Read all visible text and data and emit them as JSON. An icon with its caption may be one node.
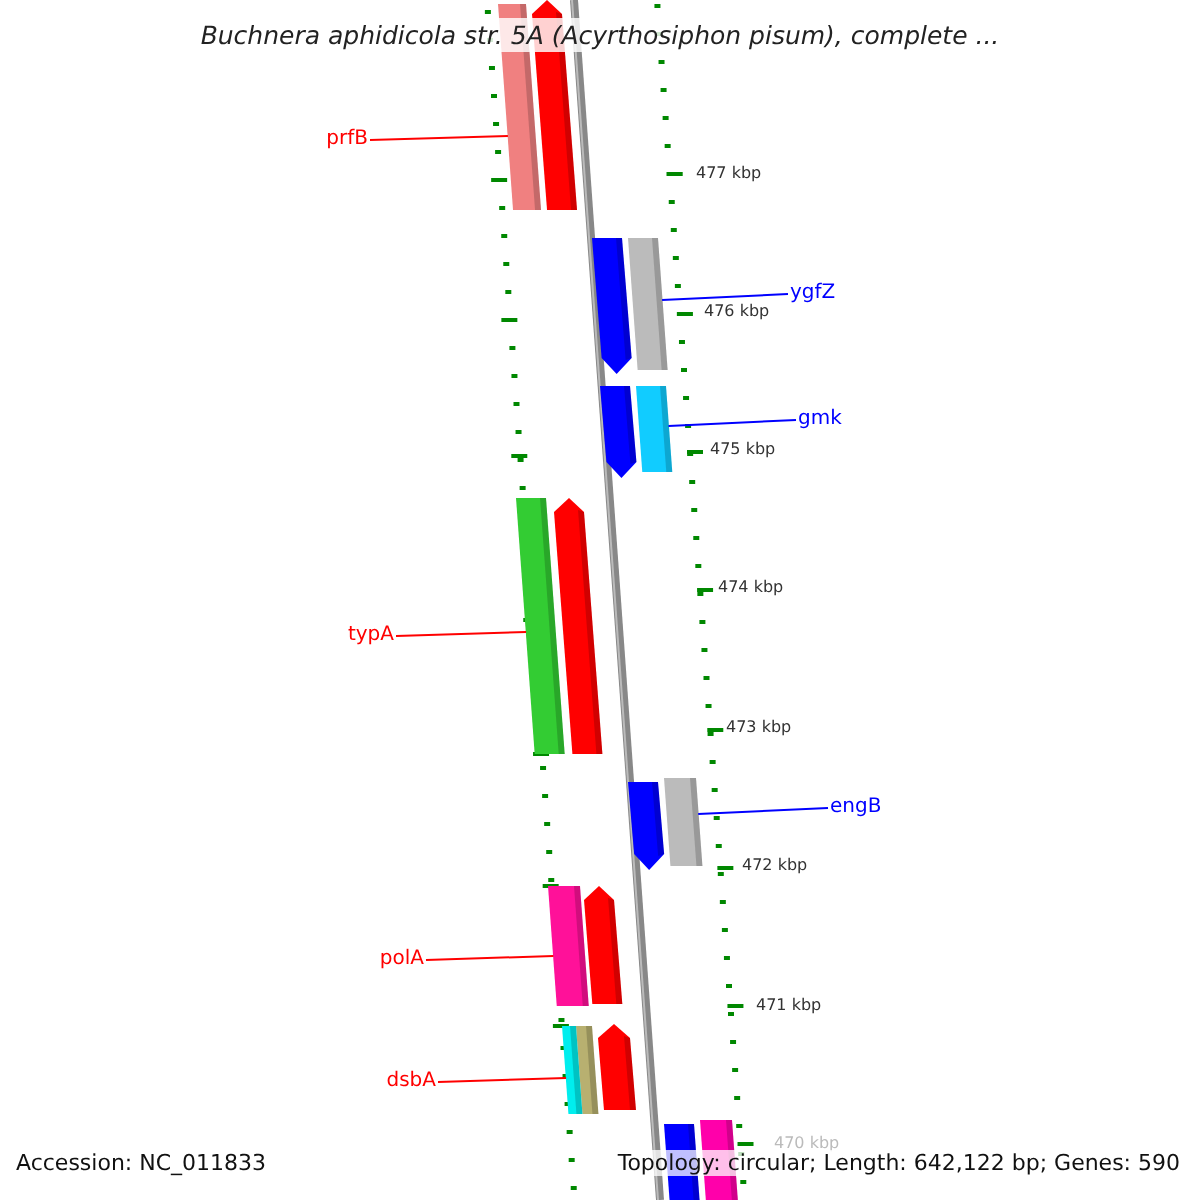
{
  "diagram": {
    "title": "Buchnera aphidicola str. 5A (Acyrthosiphon pisum), complete ...",
    "nodes": [
      {
        "text": [
          "prfB"
        ]
      },
      {
        "text": [],
        "shape": "bar"
      },
      {
        "text": [
          "ygfZ"
        ]
      },
      {
        "text": [],
        "shape": "bar"
      },
      {
        "text": [
          "gmk"
        ]
      },
      {
        "text": [],
        "shape": "bar"
      },
      {
        "text": [
          "typA"
        ]
      },
      {
        "text": [],
        "shape": "bar"
      },
      {
        "text": [
          "engB"
        ]
      },
      {
        "text": [],
        "shape": "bar"
      },
      {
        "text": [
          "polA"
        ]
      },
      {
        "text": [],
        "shape": "bar"
      },
      {
        "text": [
          "dsbA"
        ]
      },
      {
        "text": [],
        "shape": "bar"
      }
    ],
    "edges": [
      {
        "from": 0,
        "to": 1,
        "arrow": "none"
      },
      {
        "from": 2,
        "to": 3,
        "arrow": "none",
        "color": "#0000ff"
      },
      {
        "from": 4,
        "to": 5,
        "arrow": "none",
        "color": "#0000ff"
      },
      {
        "from": 6,
        "to": 7,
        "arrow": "none"
      },
      {
        "from": 8,
        "to": 9,
        "arrow": "none",
        "color": "#0000ff"
      },
      {
        "from": 10,
        "to": 11,
        "arrow": "none"
      },
      {
        "from": 12,
        "to": 13,
        "arrow": "none"
      }
    ],
    "labels": [
      "477 kbp",
      "476 kbp",
      "475 kbp",
      "474 kbp",
      "473 kbp",
      "472 kbp",
      "471 kbp",
      "470 kbp",
      "Accession: NC_011833",
      "Topology: circular; Length: 642,122 bp; Genes: 590"
    ]
  }
}
